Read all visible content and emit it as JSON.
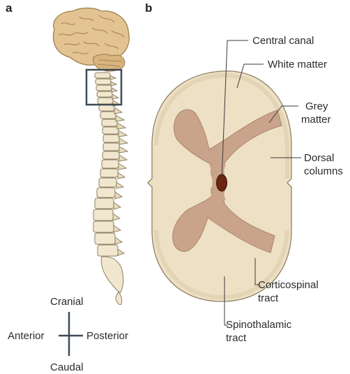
{
  "panels": {
    "a": "a",
    "b": "b"
  },
  "labels": {
    "central_canal": "Central canal",
    "white_matter": "White matter",
    "grey_matter_1": "Grey",
    "grey_matter_2": "matter",
    "dorsal_columns_1": "Dorsal",
    "dorsal_columns_2": "columns",
    "corticospinal_1": "Corticospinal",
    "corticospinal_2": "tract",
    "spinothalamic_1": "Spinothalamic",
    "spinothalamic_2": "tract"
  },
  "orientation": {
    "cranial": "Cranial",
    "caudal": "Caudal",
    "anterior": "Anterior",
    "posterior": "Posterior"
  },
  "colors": {
    "white_matter": "#ede0c4",
    "grey_matter": "#c9a48a",
    "central_canal": "#6b2410",
    "brain": "#e3c391",
    "vertebra": "#f1e7ce",
    "leader_line": "#3a3a3a"
  }
}
